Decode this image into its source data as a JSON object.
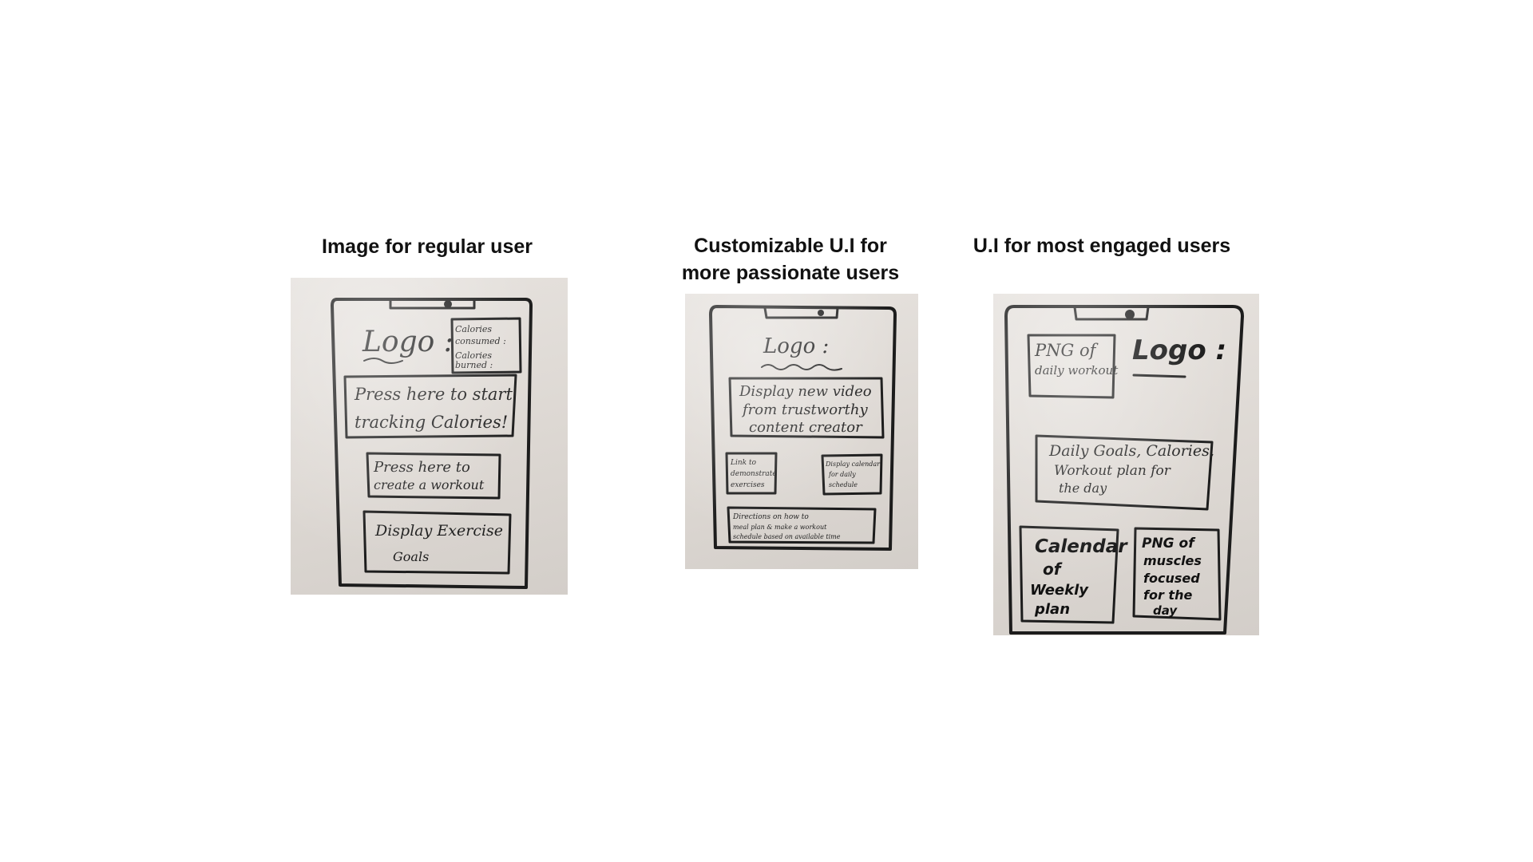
{
  "captions": {
    "regular": "Image for regular user",
    "passionate_line1": "Customizable U.I for",
    "passionate_line2": "more passionate users",
    "engaged": "U.I for most engaged users"
  },
  "sketch_regular": {
    "logo": "Logo :",
    "calories_line1": "Calories",
    "calories_line2": "consumed :",
    "calories_line3": "Calories",
    "calories_line4": "burned :",
    "track_line1": "Press here to start",
    "track_line2": "tracking Calories!",
    "workout_line1": "Press here to",
    "workout_line2": "create a workout",
    "goals_line1": "Display Exercise",
    "goals_line2": "Goals"
  },
  "sketch_passionate": {
    "logo": "Logo :",
    "video_line1": "Display new video",
    "video_line2": "from trustworthy",
    "video_line3": "content creator",
    "link_line1": "Link to",
    "link_line2": "demonstrate",
    "link_line3": "exercises",
    "calendar_line1": "Display calendar",
    "calendar_line2": "for daily",
    "calendar_line3": "schedule",
    "directions_line1": "Directions on how to",
    "directions_line2": "meal plan & make a workout",
    "directions_line3": "schedule based on available time"
  },
  "sketch_engaged": {
    "logo": "Logo :",
    "png_workout_line1": "PNG of",
    "png_workout_line2": "daily workout",
    "goals_line1": "Daily Goals, Calories,",
    "goals_line2": "Workout plan for",
    "goals_line3": "the day",
    "calendar_line1": "Calendar",
    "calendar_line2": "of",
    "calendar_line3": "Weekly",
    "calendar_line4": "plan",
    "muscles_line1": "PNG of",
    "muscles_line2": "muscles",
    "muscles_line3": "focused",
    "muscles_line4": "for the",
    "muscles_line5": "day"
  }
}
